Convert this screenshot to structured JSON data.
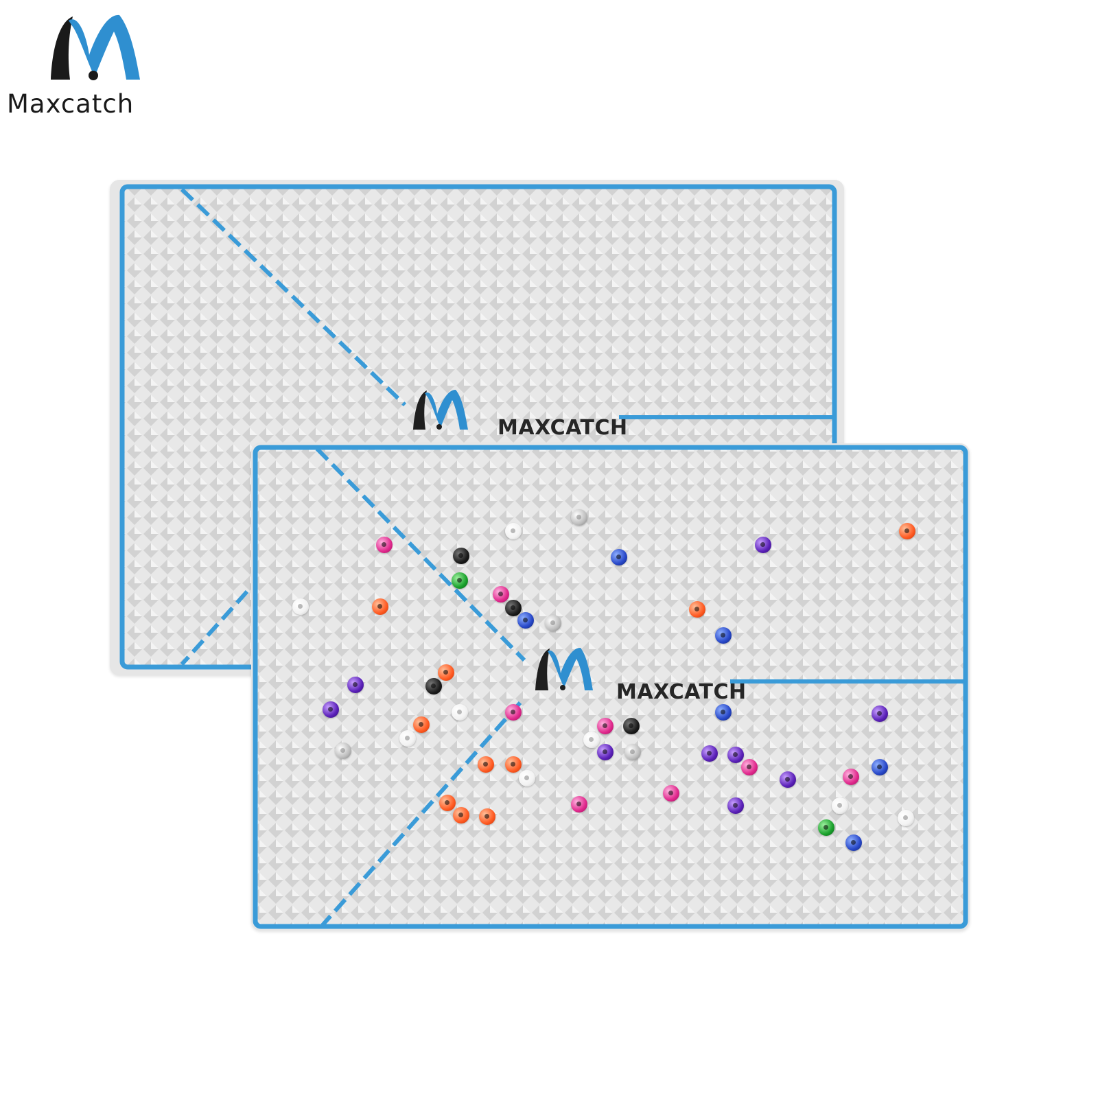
{
  "brand": {
    "name": "Maxcatch",
    "logo_icon": "maxcatch-m-icon",
    "colors": {
      "blue": "#2f8fd0",
      "black": "#1a1a1a"
    }
  },
  "products": {
    "mat_back": {
      "label": "MAXCATCH",
      "logo_icon": "maxcatch-m-icon"
    },
    "mat_front": {
      "label": "MAXCATCH",
      "logo_icon": "maxcatch-m-icon"
    },
    "mat_colors": {
      "surface": "#e4e4e4",
      "trim": "#3a9bd8"
    }
  },
  "beads": {
    "colors": [
      "pink",
      "orange",
      "purple",
      "blue",
      "black",
      "white",
      "silver",
      "green"
    ]
  }
}
